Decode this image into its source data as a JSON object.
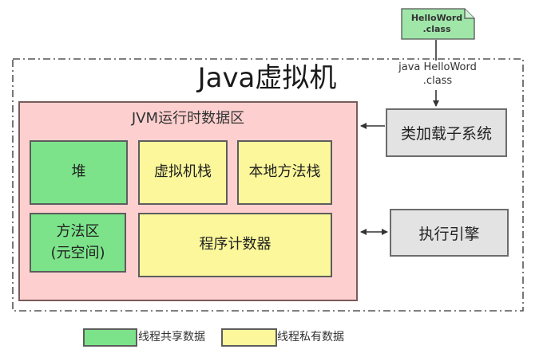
{
  "title": "Java虚拟机",
  "runtime_area": {
    "title": "JVM运行时数据区",
    "regions": {
      "heap": "堆",
      "vm_stack": "虚拟机栈",
      "native_method_stack": "本地方法栈",
      "method_area_line1": "方法区",
      "method_area_line2": "(元空间)",
      "pc_register": "程序计数器"
    }
  },
  "class_file": {
    "line1": "HelloWord",
    "line2": ".class"
  },
  "command": {
    "line1": "java HelloWord",
    "line2": ".class"
  },
  "class_loader": "类加载子系统",
  "execution_engine": "执行引擎",
  "legend": {
    "shared": "线程共享数据",
    "private": "线程私有数据"
  },
  "colors": {
    "shared": "#7ce38a",
    "private": "#fbf79a",
    "runtime_area": "#fdd0cf",
    "subsystem": "#e3e3e3"
  }
}
